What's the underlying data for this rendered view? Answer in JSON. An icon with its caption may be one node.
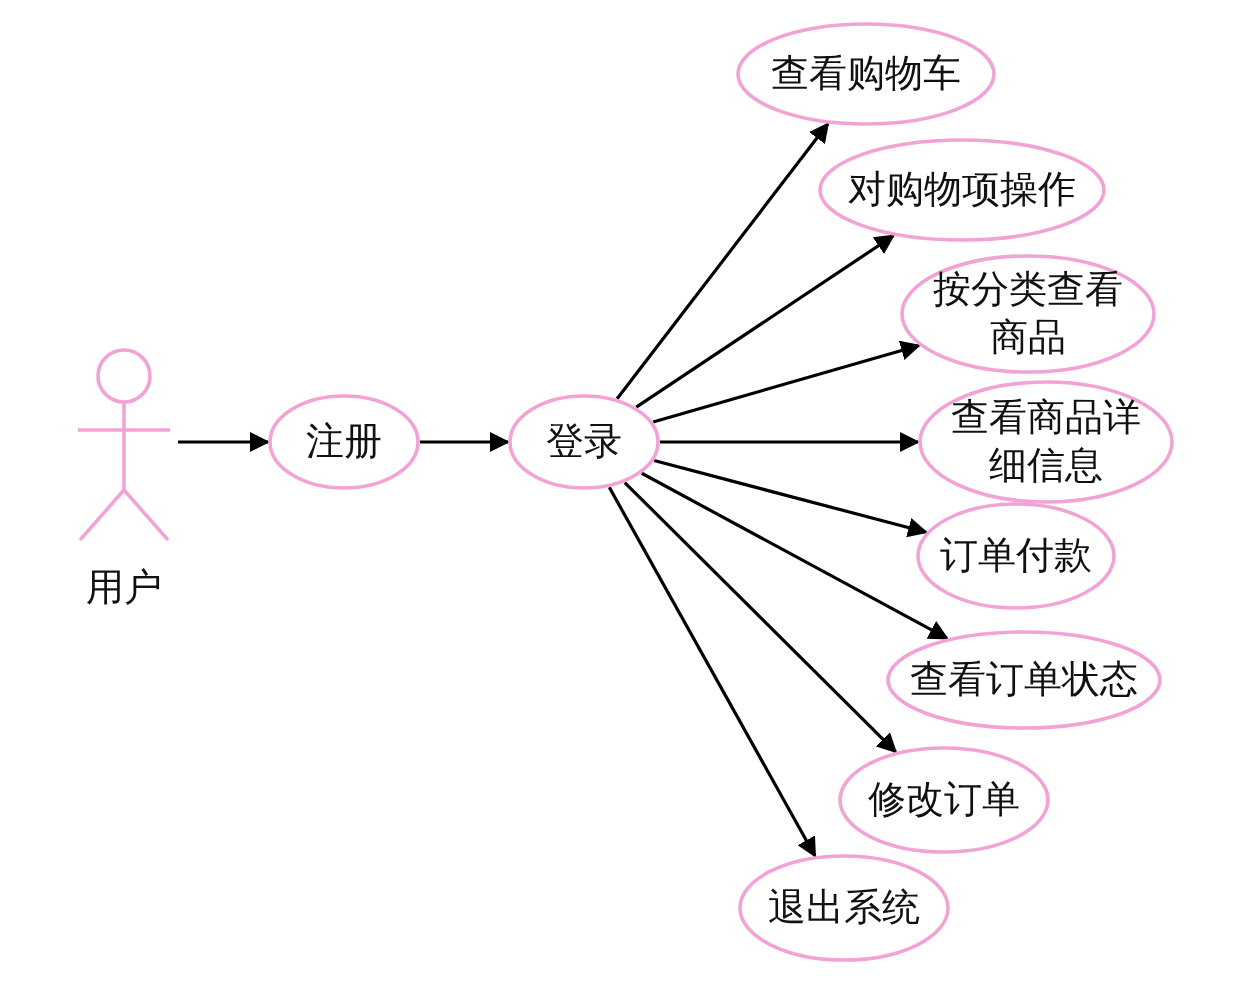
{
  "diagram": {
    "nodes": [
      {
        "text": [
          "用户"
        ]
      },
      {
        "text": [
          "注册"
        ]
      },
      {
        "text": [
          "登录"
        ]
      },
      {
        "text": [
          "查看购物车"
        ]
      },
      {
        "text": [
          "对购物项操作"
        ]
      },
      {
        "text": [
          "按分类查看商品"
        ]
      },
      {
        "text": [
          "查看商品详细信息"
        ]
      },
      {
        "text": [
          "订单付款"
        ]
      },
      {
        "text": [
          "查看订单状态"
        ]
      },
      {
        "text": [
          "修改订单"
        ]
      },
      {
        "text": [
          "退出系统"
        ]
      }
    ],
    "edges": [
      {
        "from": 0,
        "to": 1,
        "arrow": "to"
      },
      {
        "from": 1,
        "to": 2,
        "arrow": "to"
      },
      {
        "from": 2,
        "to": 3,
        "arrow": "to"
      },
      {
        "from": 2,
        "to": 4,
        "arrow": "to"
      },
      {
        "from": 2,
        "to": 5,
        "arrow": "to"
      },
      {
        "from": 2,
        "to": 6,
        "arrow": "to"
      },
      {
        "from": 2,
        "to": 7,
        "arrow": "to"
      },
      {
        "from": 2,
        "to": 8,
        "arrow": "to"
      },
      {
        "from": 2,
        "to": 9,
        "arrow": "to"
      },
      {
        "from": 2,
        "to": 10,
        "arrow": "to"
      }
    ]
  }
}
